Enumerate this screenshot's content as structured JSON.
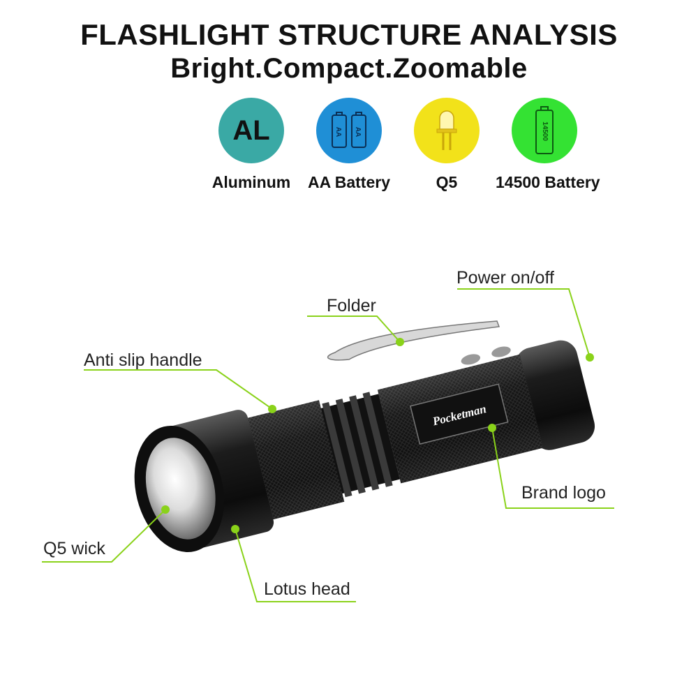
{
  "header": {
    "title": "FLASHLIGHT STRUCTURE ANALYSIS",
    "subtitle": "Bright.Compact.Zoomable"
  },
  "features": [
    {
      "label": "Aluminum",
      "badge_text": "AL",
      "color": "#3aa9a5",
      "icon": "aluminum-badge"
    },
    {
      "label": "AA Battery",
      "badge_text": "AA",
      "color": "#1f8fd6",
      "icon": "aa-battery-icon"
    },
    {
      "label": "Q5",
      "color": "#f2e21a",
      "icon": "led-bulb-icon"
    },
    {
      "label": "14500 Battery",
      "badge_text": "14500",
      "color": "#34e233",
      "icon": "14500-battery-icon"
    }
  ],
  "brand": "Pocketman",
  "callouts": {
    "power": "Power on/off",
    "folder": "Folder",
    "handle": "Anti slip handle",
    "logo": "Brand logo",
    "wick": "Q5 wick",
    "head": "Lotus head"
  },
  "colors": {
    "accent": "#8ad21a",
    "body": "#1a1a1a"
  }
}
